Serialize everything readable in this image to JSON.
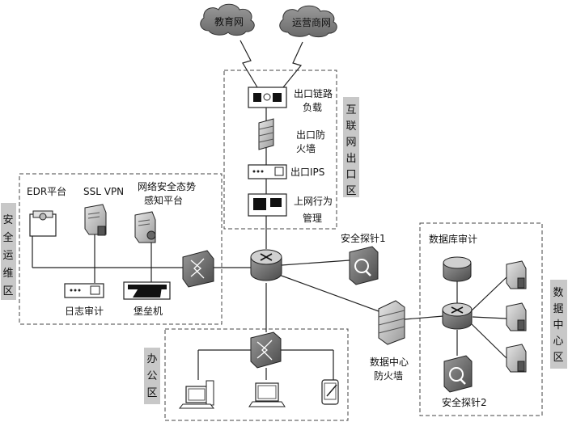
{
  "clouds": {
    "edu": "教育网",
    "isp": "运营商网"
  },
  "zones": {
    "internet_exit": [
      "互",
      "联",
      "网",
      "出",
      "口",
      "区"
    ],
    "security_ops": [
      "安",
      "全",
      "运",
      "维",
      "区"
    ],
    "datacenter": [
      "数",
      "据",
      "中",
      "心",
      "区"
    ],
    "office": [
      "办",
      "公",
      "区"
    ]
  },
  "devices": {
    "load_balancer": [
      "出口链路",
      "负载"
    ],
    "exit_firewall": [
      "出口防",
      "火墙"
    ],
    "exit_ips": "出口IPS",
    "behavior_mgmt": [
      "上网行为",
      "管理"
    ],
    "edr": "EDR平台",
    "ssl_vpn": "SSL VPN",
    "situation": [
      "网络安全态势",
      "感知平台"
    ],
    "log_audit": "日志审计",
    "bastion": "堡垒机",
    "probe1": "安全探针1",
    "dc_firewall": [
      "数据中心",
      "防火墙"
    ],
    "db_audit": "数据库审计",
    "probe2": "安全探针2"
  }
}
